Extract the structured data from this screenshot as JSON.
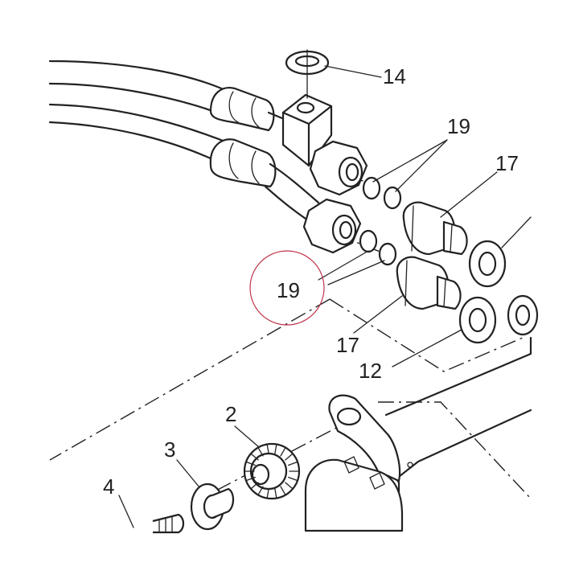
{
  "diagram": {
    "highlight_color": "#c0344a",
    "line_color": "#222222",
    "callouts": [
      {
        "id": "c14",
        "label": "14"
      },
      {
        "id": "c19a",
        "label": "19"
      },
      {
        "id": "c17a",
        "label": "17"
      },
      {
        "id": "c19b",
        "label": "19"
      },
      {
        "id": "c17b",
        "label": "17"
      },
      {
        "id": "c12",
        "label": "12"
      },
      {
        "id": "c2",
        "label": "2"
      },
      {
        "id": "c3",
        "label": "3"
      },
      {
        "id": "c4",
        "label": "4"
      }
    ]
  }
}
